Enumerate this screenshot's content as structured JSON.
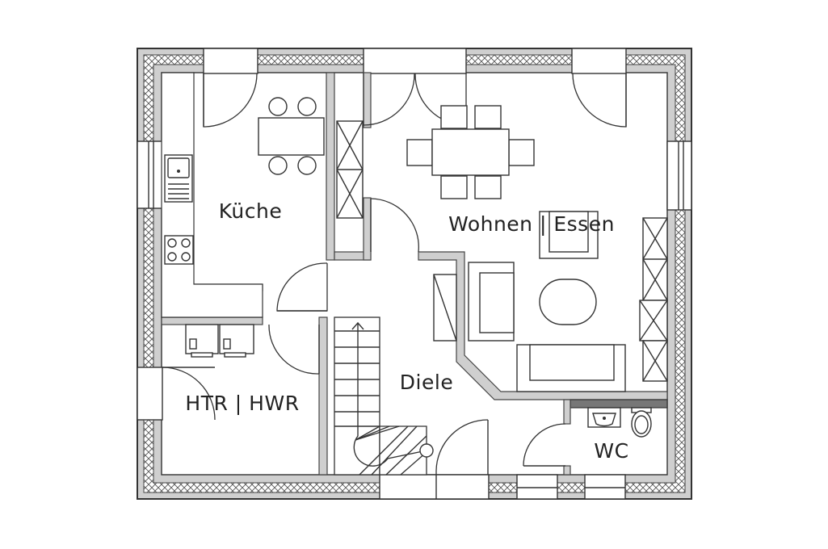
{
  "rooms": {
    "kitchen": "Küche",
    "living": "Wohnen | Essen",
    "utility": "HTR | HWR",
    "hall": "Diele",
    "wc": "WC"
  },
  "colors": {
    "wall_fill": "#cfcfcf",
    "line": "#333333",
    "background": "#ffffff"
  }
}
